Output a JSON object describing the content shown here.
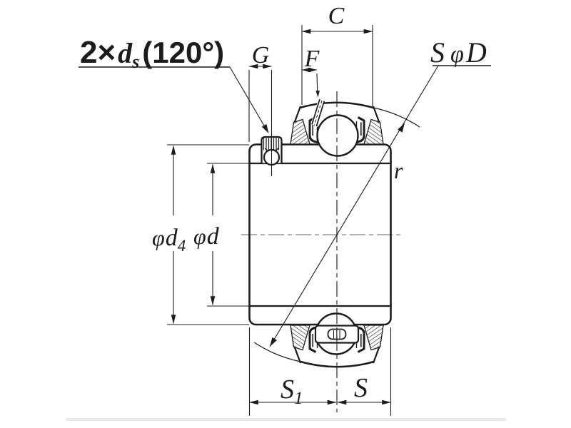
{
  "drawing": {
    "title_hint": "insert bearing cross-section",
    "labels": {
      "set_screws": {
        "prefix": "2×",
        "symbol": "d",
        "symbol_sub": "s",
        "angle": "(120°)"
      },
      "dim_g": "G",
      "dim_c": "C",
      "dim_f": "F",
      "sphere_dia": {
        "s": "S",
        "phi": "φ",
        "d": "D"
      },
      "chamfer": "r",
      "dim_d4": {
        "phi": "φ",
        "d": "d",
        "sub": "4"
      },
      "dim_d": {
        "phi": "φ",
        "d": "d"
      },
      "dim_s1": {
        "main": "S",
        "sub": "1"
      },
      "dim_s": "S"
    },
    "colors": {
      "line": "#1c1c1c",
      "centerline_gray": "#9a9a9a",
      "page_rule": "#ececec",
      "background": "#ffffff"
    }
  }
}
